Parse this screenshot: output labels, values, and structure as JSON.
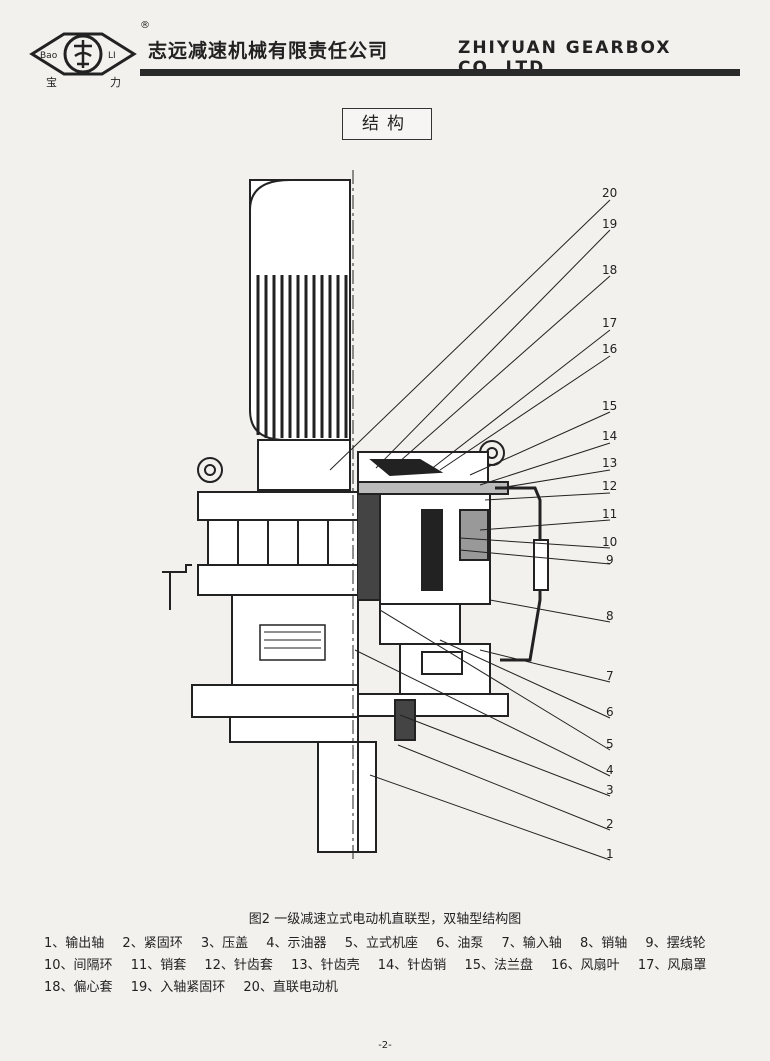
{
  "header": {
    "logo_text": "Bao",
    "logo_text_right": "LI",
    "logo_cn_left": "宝",
    "logo_cn_right": "力",
    "reg_mark": "®",
    "company_cn": "志远减速机械有限责任公司",
    "company_en": "ZHIYUAN GEARBOX CO.,LTD"
  },
  "section_title": "结构",
  "drawing": {
    "part_numbers": [
      "20",
      "19",
      "18",
      "17",
      "16",
      "15",
      "14",
      "13",
      "12",
      "11",
      "10",
      "9",
      "8",
      "7",
      "6",
      "5",
      "4",
      "3",
      "2",
      "1"
    ]
  },
  "caption": "图2   一级减速立式电动机直联型，双轴型结构图",
  "legend": [
    "1、输出轴",
    "2、紧固环",
    "3、压盖",
    "4、示油器",
    "5、立式机座",
    "6、油泵",
    "7、输入轴",
    "8、销轴",
    "9、摆线轮",
    "10、间隔环",
    "11、销套",
    "12、针齿套",
    "13、针齿壳",
    "14、针齿销",
    "15、法兰盘",
    "16、风扇叶",
    "17、风扇罩",
    "18、偏心套",
    "19、入轴紧固环",
    "20、直联电动机"
  ],
  "page_number": "-2-"
}
